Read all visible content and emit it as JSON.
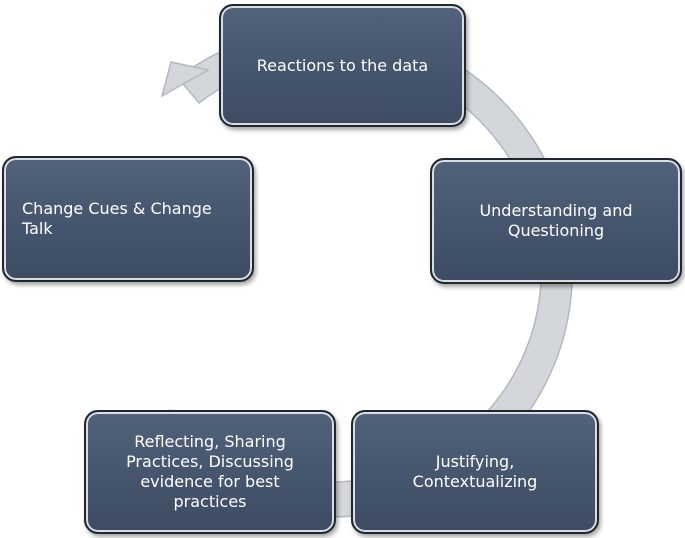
{
  "diagram": {
    "type": "cycle",
    "colors": {
      "node_fill": "#475770",
      "node_border": "#22262d",
      "node_text": "#ffffff",
      "arrow_fill": "#d3d6da",
      "arrow_stroke": "#b4b8be"
    },
    "nodes": [
      {
        "label": "Reactions to the data"
      },
      {
        "label": "Understanding and Questioning"
      },
      {
        "label": "Justifying, Contextualizing"
      },
      {
        "label": "Reflecting, Sharing Practices, Discussing evidence for best practices"
      },
      {
        "label": "Change Cues & Change Talk"
      }
    ],
    "arrow_direction": "clockwise"
  }
}
